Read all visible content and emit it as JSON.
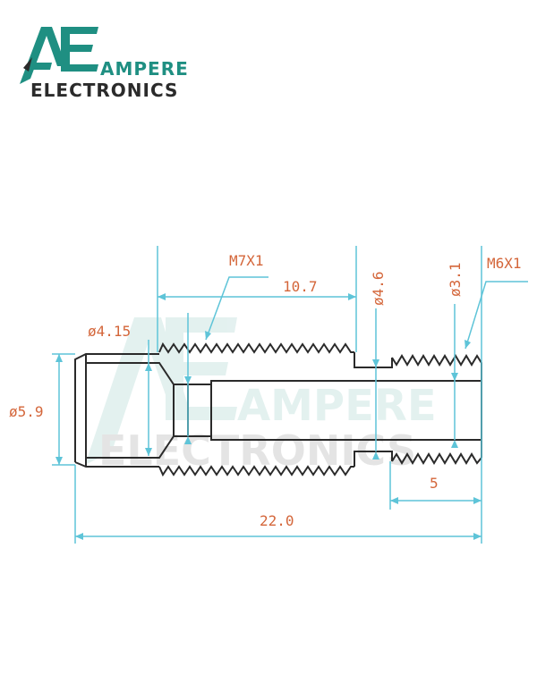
{
  "logo": {
    "mark": "AE",
    "line1": "AMPERE",
    "line2": "ELECTRONICS",
    "brand_teal": "#1f8f82",
    "brand_dark": "#2b2b2b"
  },
  "watermark": {
    "mark": "AE",
    "line1": "AMPERE",
    "line2": "ELECTRONICS"
  },
  "colors": {
    "part_outline": "#2a2a2a",
    "dimension_line": "#5ec4d8",
    "dimension_text": "#d4663a"
  },
  "dimensions": {
    "thread_left": "M7X1",
    "thread_right": "M6X1",
    "length_thread_left": "10.7",
    "inner_diameter_1": "ø4.6",
    "inner_diameter_2": "ø3.1",
    "bore_diameter": "ø4.15",
    "outer_diameter": "ø5.9",
    "length_thread_right": "5",
    "total_length": "22.0"
  }
}
